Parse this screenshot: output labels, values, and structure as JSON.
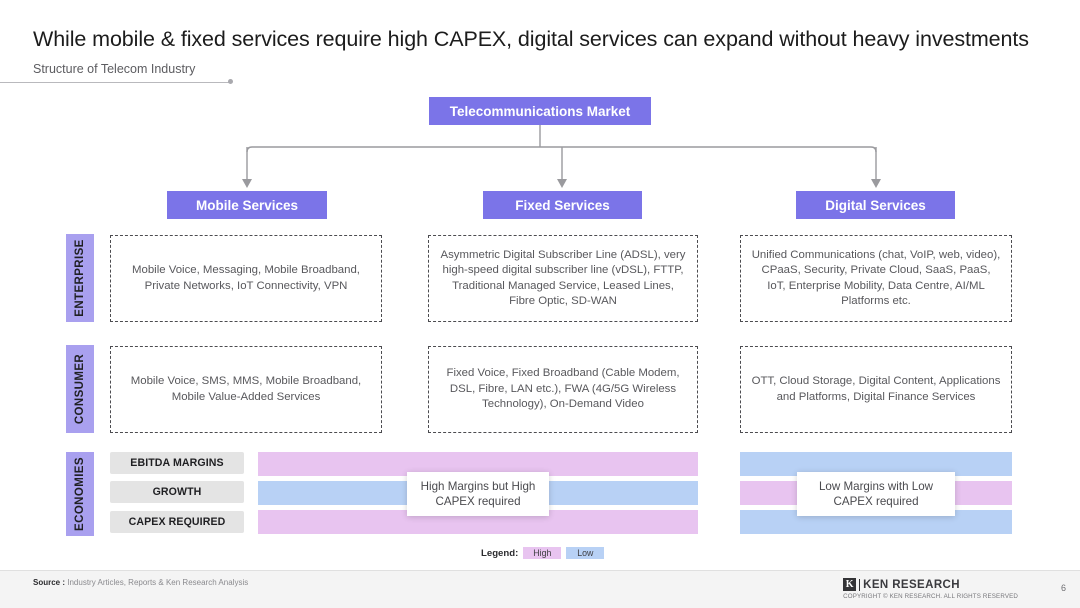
{
  "header": {
    "title": "While mobile & fixed services require high CAPEX, digital services can expand without heavy investments",
    "subtitle": "Structure of Telecom Industry"
  },
  "tree": {
    "root": {
      "label": "Telecommunications Market"
    },
    "branches": [
      {
        "label": "Mobile Services"
      },
      {
        "label": "Fixed Services"
      },
      {
        "label": "Digital Services"
      }
    ]
  },
  "rows": [
    {
      "label": "ENTERPRISE",
      "cells": [
        "Mobile Voice, Messaging, Mobile Broadband, Private Networks, IoT Connectivity, VPN",
        "Asymmetric Digital Subscriber Line (ADSL), very high-speed digital subscriber line (vDSL), FTTP, Traditional Managed Service, Leased Lines, Fibre Optic, SD-WAN",
        "Unified Communications (chat, VoIP, web, video), CPaaS, Security, Private Cloud, SaaS, PaaS, IoT, Enterprise Mobility, Data Centre, AI/ML Platforms etc."
      ]
    },
    {
      "label": "CONSUMER",
      "cells": [
        "Mobile Voice, SMS, MMS, Mobile Broadband, Mobile Value-Added Services",
        "Fixed Voice, Fixed Broadband (Cable Modem, DSL, Fibre, LAN etc.), FWA (4G/5G Wireless Technology), On-Demand Video",
        "OTT, Cloud Storage, Digital Content, Applications and Platforms, Digital Finance Services"
      ]
    }
  ],
  "economies": {
    "label": "ECONOMIES",
    "metrics": [
      "EBITDA MARGINS",
      "GROWTH",
      "CAPEX REQUIRED"
    ],
    "mobile_fixed_ratings": [
      "High",
      "Low",
      "High"
    ],
    "digital_ratings": [
      "Low",
      "High",
      "Low"
    ],
    "callout_left": "High Margins but High CAPEX required",
    "callout_right": "Low Margins with Low CAPEX required"
  },
  "legend": {
    "label": "Legend:",
    "items": [
      {
        "name": "High",
        "color": "#e8c4f0"
      },
      {
        "name": "Low",
        "color": "#b8d1f5"
      }
    ]
  },
  "footer": {
    "source_label": "Source :",
    "source_text": "Industry Articles, Reports & Ken Research Analysis",
    "brand_mark": "K",
    "brand_name": "KEN RESEARCH",
    "copyright": "COPYRIGHT © KEN RESEARCH. ALL RIGHTS RESERVED",
    "page_number": "6"
  },
  "colors": {
    "node_purple": "#7b74e8",
    "row_label_purple": "#a9a0ef",
    "high_pink": "#e8c4f0",
    "low_blue": "#b8d1f5"
  }
}
